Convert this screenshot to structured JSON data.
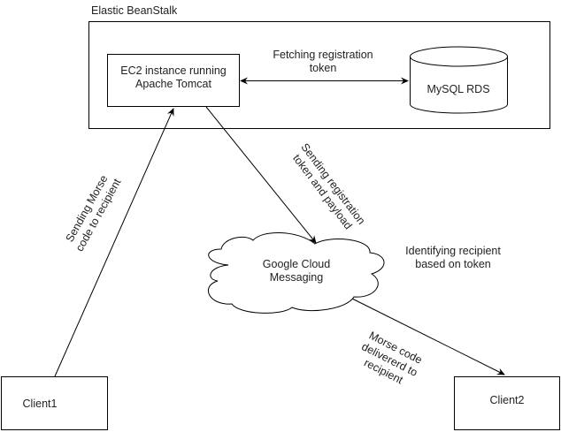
{
  "diagram": {
    "container": {
      "label": "Elastic BeanStalk"
    },
    "nodes": {
      "ec2": {
        "line1": "EC2 instance running",
        "line2": "Apache Tomcat"
      },
      "database": {
        "label": "MySQL RDS"
      },
      "gcm": {
        "line1": "Google Cloud",
        "line2": "Messaging"
      },
      "client1": {
        "label": "Client1"
      },
      "client2": {
        "label": "Client2"
      }
    },
    "edges": {
      "fetch_token": {
        "line1": "Fetching registration",
        "line2": "token"
      },
      "send_token": {
        "line1": "Sending registration",
        "line2": "token and payload"
      },
      "send_morse": {
        "line1": "Sending Morse",
        "line2": "code to recipient"
      },
      "deliver_morse": {
        "line1": "Morse code",
        "line2": "delivererd to",
        "line3": "recipient"
      }
    },
    "annotations": {
      "identify": {
        "line1": "Identifying recipient",
        "line2": "based on token"
      }
    }
  }
}
